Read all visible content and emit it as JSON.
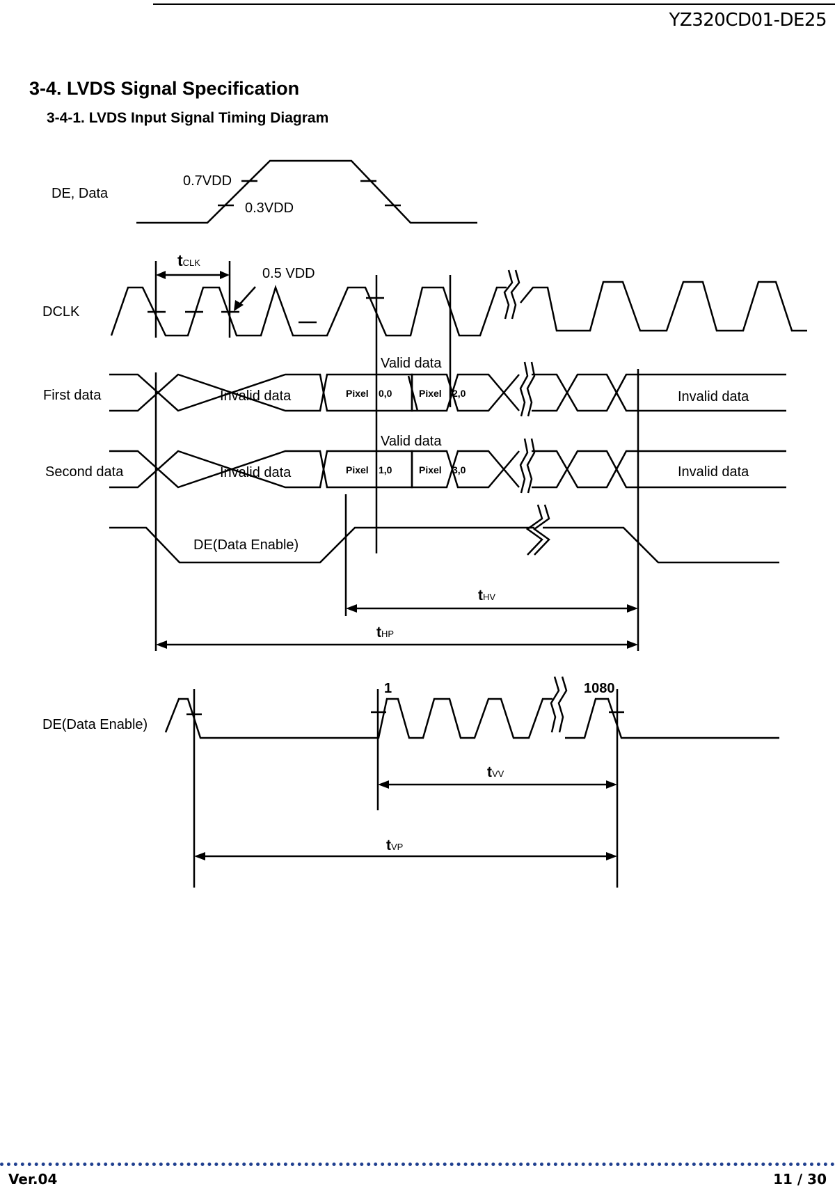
{
  "header": {
    "doc_id": "YZ320CD01-DE25"
  },
  "section": {
    "title": "3-4. LVDS Signal Specification",
    "subtitle": "3-4-1. LVDS Input Signal Timing Diagram"
  },
  "diagram": {
    "de_data_label": "DE, Data",
    "level_high": "0.7VDD",
    "level_low": "0.3VDD",
    "dclk_label": "DCLK",
    "tclk_main": "t",
    "tclk_sub": "CLK",
    "half_vdd": "0.5 VDD",
    "valid_data": "Valid data",
    "first_data_label": "First data",
    "second_data_label": "Second data",
    "invalid_data": "Invalid data",
    "pixel_word": "Pixel",
    "pixel_00": "0,0",
    "pixel_20": "2,0",
    "pixel_10": "1,0",
    "pixel_30": "3,0",
    "de_inner_label": "DE(Data Enable)",
    "t_main": "t",
    "thv_sub": "HV",
    "thp_sub": "HP",
    "de_label_2": "DE(Data Enable)",
    "line_first": "1",
    "line_last": "1080",
    "tvv_sub": "VV",
    "tvp_sub": "VP"
  },
  "footer": {
    "version": "Ver.04",
    "page": "11 / 30"
  },
  "colors": {
    "footer_dots": "#1f3f8f"
  }
}
